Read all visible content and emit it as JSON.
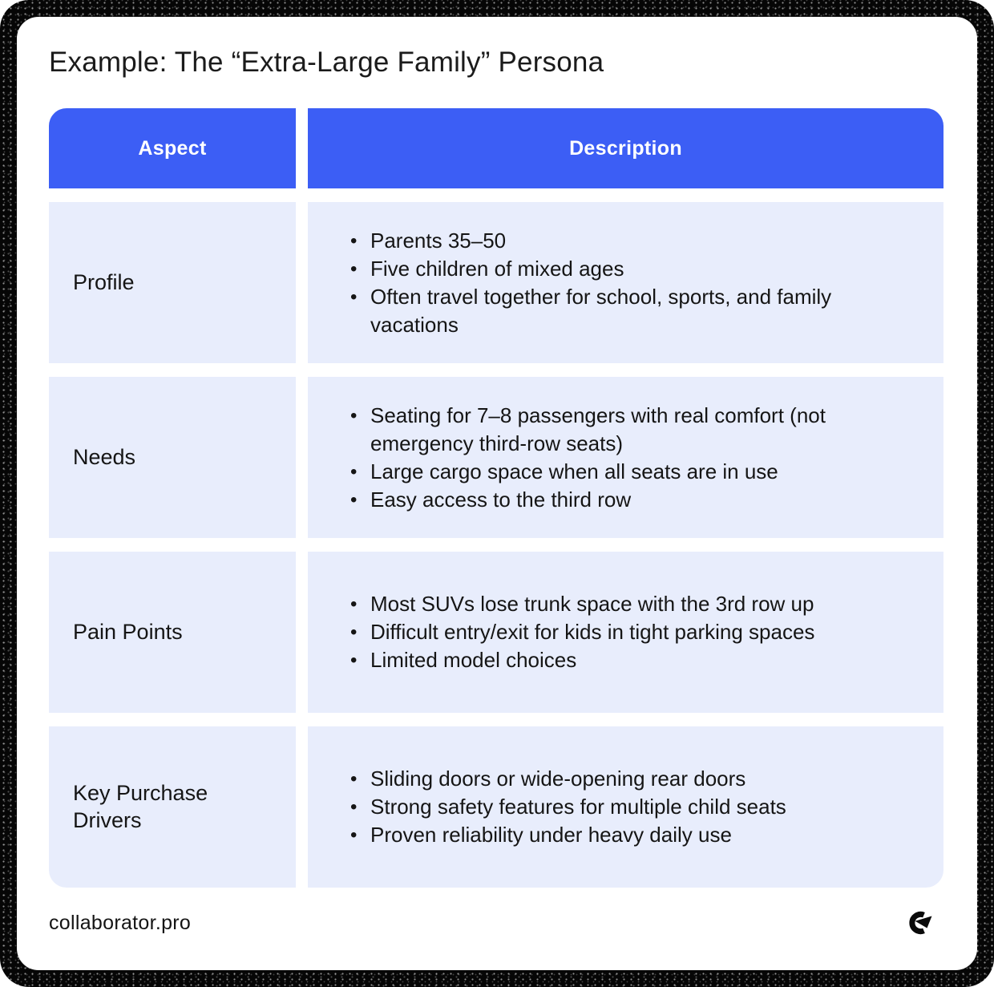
{
  "title": "Example: The “Extra-Large Family” Persona",
  "table": {
    "headers": [
      "Aspect",
      "Description"
    ],
    "rows": [
      {
        "aspect": "Profile",
        "bullets": [
          "Parents 35–50",
          "Five children of mixed ages",
          "Often travel together for school, sports, and family vacations"
        ]
      },
      {
        "aspect": "Needs",
        "bullets": [
          "Seating for 7–8 passengers with real comfort (not emergency third-row seats)",
          "Large cargo space when all seats are in use",
          "Easy access to the third row"
        ]
      },
      {
        "aspect": "Pain Points",
        "bullets": [
          "Most SUVs lose trunk space with the 3rd row up",
          "Difficult entry/exit for kids in tight parking spaces",
          "Limited model choices"
        ]
      },
      {
        "aspect": "Key Purchase Drivers",
        "bullets": [
          "Sliding doors or wide-opening rear doors",
          "Strong safety features for multiple child seats",
          "Proven reliability under heavy daily use"
        ]
      }
    ]
  },
  "footer": {
    "site": "collaborator.pro",
    "logo_icon": "collaborator-logo-icon"
  },
  "colors": {
    "header_blue": "#3C5EF5",
    "row_background": "#E8EDFC",
    "text": "#151515",
    "header_text": "#FFFFFF",
    "frame": "#060606"
  }
}
